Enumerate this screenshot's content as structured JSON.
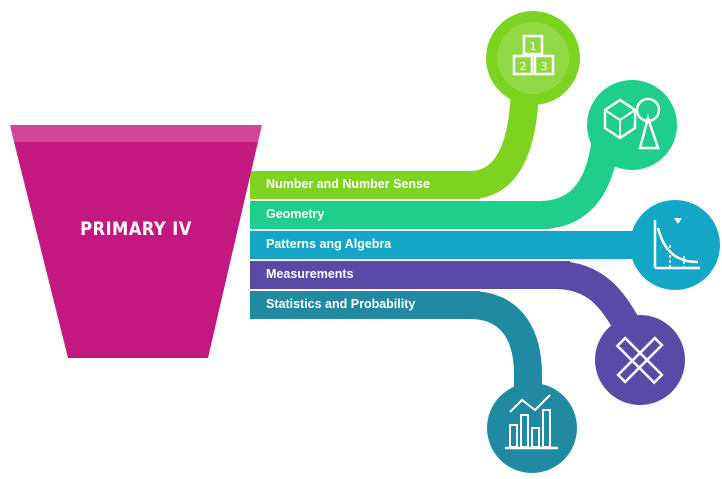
{
  "funnel": {
    "title": "PRIMARY IV",
    "color": "#c2187f",
    "rim_color": "#d4459a"
  },
  "topics": [
    {
      "label": "Number and Number Sense",
      "color": "#7ed321",
      "icon": "number-blocks-icon",
      "icon_text": [
        "1",
        "2",
        "3"
      ]
    },
    {
      "label": "Geometry",
      "color": "#1fce8b",
      "icon": "geometry-shapes-icon"
    },
    {
      "label": "Patterns ang Algebra",
      "color": "#14a6c7",
      "icon": "algebra-graph-icon"
    },
    {
      "label": "Measurements",
      "color": "#5a4aa7",
      "icon": "ruler-pencil-icon"
    },
    {
      "label": "Statistics and Probability",
      "color": "#1f8aa1",
      "icon": "statistics-chart-icon"
    }
  ]
}
